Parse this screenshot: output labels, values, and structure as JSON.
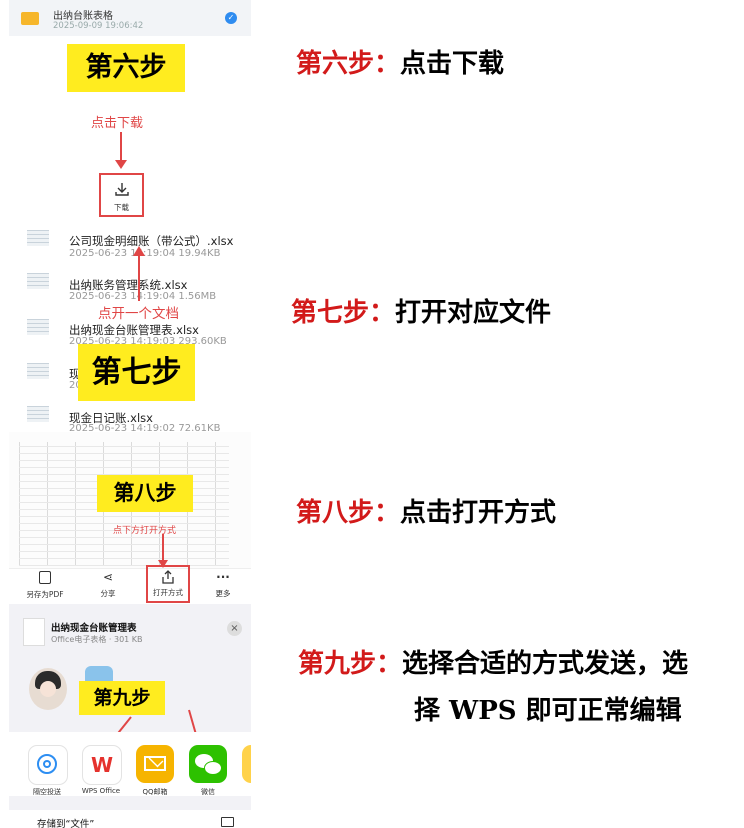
{
  "panel6": {
    "header_name": "出纳台账表格",
    "header_meta": "2025-09-09  19:06:42",
    "step_badge": "第六步",
    "hint": "点击下载",
    "download_label": "下载"
  },
  "panel7": {
    "step_badge": "第七步",
    "hint": "点开一个文档",
    "files": [
      {
        "name": "公司现金明细账（带公式）.xlsx",
        "meta": "2025-06-23  14:19:04  19.94KB"
      },
      {
        "name": "出纳账务管理系统.xlsx",
        "meta": "2025-06-23  14:19:04  1.56MB"
      },
      {
        "name": "出纳现金台账管理表.xlsx",
        "meta": "2025-06-23  14:19:03  293.60KB"
      },
      {
        "name": "现金",
        "meta": "202"
      },
      {
        "name": "现金日记账.xlsx",
        "meta": "2025-06-23  14:19:02  72.61KB"
      }
    ]
  },
  "panel8": {
    "step_badge": "第八步",
    "hint": "点下方打开方式",
    "toolbar": [
      "另存为PDF",
      "分享",
      "打开方式",
      "更多"
    ]
  },
  "panel9": {
    "step_badge": "第九步",
    "file_name": "出纳现金台账管理表",
    "file_meta": "Office电子表格 · 301 KB",
    "apps": [
      "隔空投送",
      "WPS Office",
      "QQ邮箱",
      "微信"
    ],
    "save_label": "存储到“文件”"
  },
  "right": {
    "s6_label": "第六步：",
    "s6_text": "点击下载",
    "s7_label": "第七步：",
    "s7_text": "打开对应文件",
    "s8_label": "第八步：",
    "s8_text": "点击打开方式",
    "s9_label": "第九步：",
    "s9_text": "选择合适的方式发送，选",
    "s9_text2": "择 WPS 即可正常编辑"
  },
  "colors": {
    "highlight": "#ffec1f",
    "red": "#d21a1a",
    "wps": "#e5322d",
    "wechat": "#2dc100",
    "qq": "#f6b400"
  }
}
